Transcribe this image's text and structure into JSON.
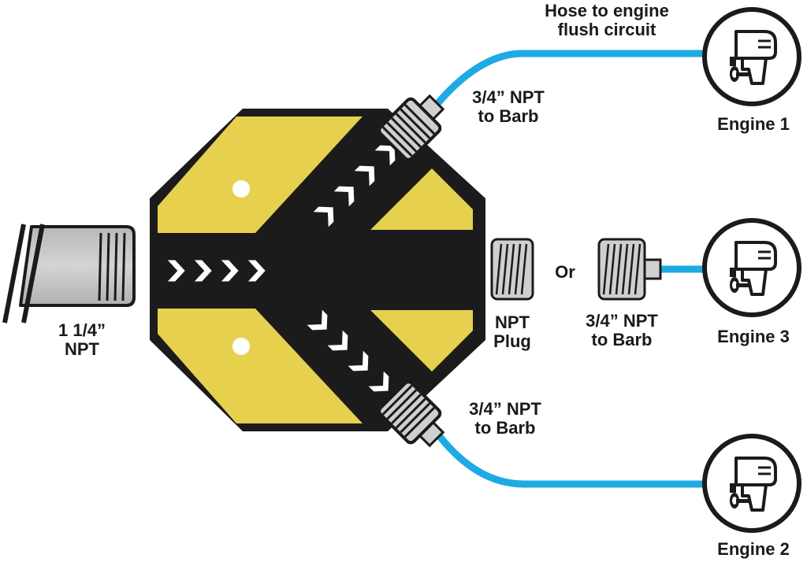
{
  "labels": {
    "hose_to_engine": [
      "Hose to engine",
      "flush circuit"
    ],
    "barb_top": [
      "3/4” NPT",
      "to Barb"
    ],
    "barb_bottom": [
      "3/4” NPT",
      "to Barb"
    ],
    "barb_middle": [
      "3/4” NPT",
      "to Barb"
    ],
    "inlet": [
      "1 1/4”",
      "NPT"
    ],
    "plug": [
      "NPT",
      "Plug"
    ],
    "or": "Or",
    "engine_1": "Engine 1",
    "engine_2": "Engine 2",
    "engine_3": "Engine 3"
  },
  "colors": {
    "body": "#1b1b1b",
    "yellow": "#e8d04f",
    "hose": "#1eaae4",
    "fitting": "#c8c8c8",
    "outline": "#1b1b1b"
  },
  "icons": {
    "engine": "outboard-motor-icon",
    "flow": "chevron-arrow-icon"
  }
}
